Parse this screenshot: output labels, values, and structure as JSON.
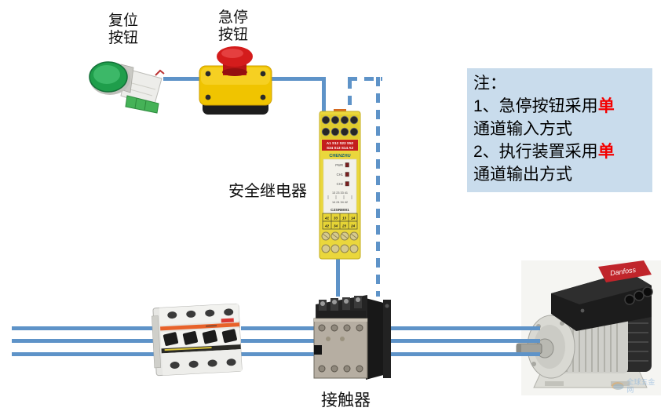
{
  "labels": {
    "reset": "复位\n按钮",
    "estop": "急停\n按钮",
    "relay": "安全继电器",
    "contactor": "接触器"
  },
  "note": {
    "heading": "注：",
    "item1_prefix": "1、急停按钮采用",
    "item1_highlight": "单",
    "item1_wrap": "通道输入方式",
    "item2_prefix": "2、执行装置采用",
    "item2_highlight": "单",
    "item2_wrap": "通道输出方式"
  },
  "relay_module": {
    "brand": "CHENZHU",
    "model": "CZSR8001",
    "input_terminals_row1": "A1 S12 S22 S52",
    "input_terminals_row2": "S34 S13 S14 A2",
    "leds": [
      "PWR",
      "CH1",
      "CH2"
    ],
    "contact_diagram_row1": "13 23 33 41",
    "contact_diagram_row2": "14 24 34 42",
    "output_terminals_row1": [
      "41",
      "33",
      "13",
      "14"
    ],
    "output_terminals_row2": [
      "42",
      "34",
      "23",
      "24"
    ]
  },
  "motor": {
    "brand_label": "Danfoss"
  },
  "watermark": {
    "text": "全球五金网"
  },
  "colors": {
    "wire": "#5e93c8",
    "note_bg": "#c9dcec",
    "highlight": "#f40000"
  }
}
